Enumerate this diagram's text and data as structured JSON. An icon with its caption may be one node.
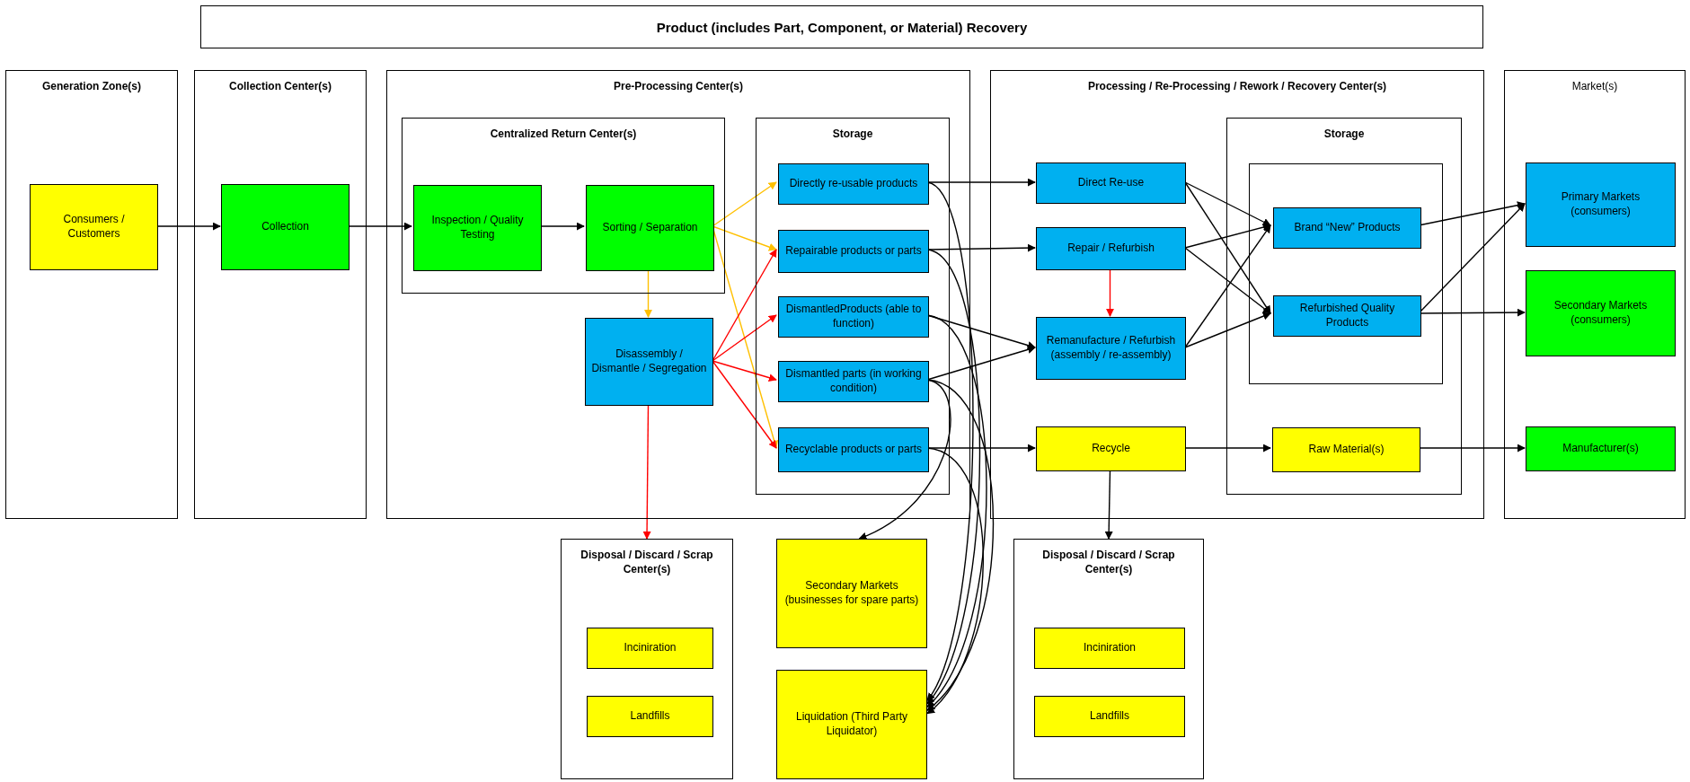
{
  "diagram": {
    "title": "Product (includes Part, Component, or Material) Recovery",
    "nodes": [
      {
        "text": [
          "Generation Zone(s)"
        ]
      },
      {
        "text": [
          "Consumers / Customers"
        ],
        "in": 0
      },
      {
        "text": [
          "Collection Center(s)"
        ]
      },
      {
        "text": [
          "Collection"
        ],
        "in": 2
      },
      {
        "text": [
          "Pre-Processing Center(s)"
        ]
      },
      {
        "text": [
          "Centralized Return Center(s)"
        ],
        "in": 4
      },
      {
        "text": [
          "Inspection / Quality Testing"
        ],
        "in": 5
      },
      {
        "text": [
          "Sorting / Separation"
        ],
        "in": 5
      },
      {
        "text": [
          "Disassembly / Dismantle / Segregation"
        ],
        "in": 4
      },
      {
        "text": [
          "Storage"
        ],
        "in": 4
      },
      {
        "text": [
          "Directly re-usable products"
        ],
        "in": 9
      },
      {
        "text": [
          "Repairable products or parts"
        ],
        "in": 9
      },
      {
        "text": [
          "DismantledProducts (able to function)"
        ],
        "in": 9
      },
      {
        "text": [
          "Dismantled parts (in working condition)"
        ],
        "in": 9
      },
      {
        "text": [
          "Recyclable products or parts"
        ],
        "in": 9
      },
      {
        "text": [
          "Processing / Re-Processing / Rework / Recovery Center(s)"
        ]
      },
      {
        "text": [
          "Direct Re-use"
        ],
        "in": 15
      },
      {
        "text": [
          "Repair / Refurbish"
        ],
        "in": 15
      },
      {
        "text": [
          "Remanufacture / Refurbish (assembly / re-assembly)"
        ],
        "in": 15
      },
      {
        "text": [
          "Recycle"
        ],
        "in": 15
      },
      {
        "text": [
          "Storage"
        ],
        "in": 15
      },
      {
        "text": [],
        "shape": "box",
        "in": 20
      },
      {
        "text": [
          "Brand “New” Products"
        ],
        "in": 21
      },
      {
        "text": [
          "Refurbished Quality Products"
        ],
        "in": 21
      },
      {
        "text": [
          "Raw Material(s)"
        ],
        "in": 20
      },
      {
        "text": [
          "Market(s)"
        ]
      },
      {
        "text": [
          "Primary Markets (consumers)"
        ],
        "in": 25
      },
      {
        "text": [
          "Secondary Markets (consumers)"
        ],
        "in": 25
      },
      {
        "text": [
          "Manufacturer(s)"
        ],
        "in": 25
      },
      {
        "text": [
          "Disposal / Discard / Scrap Center(s)"
        ]
      },
      {
        "text": [
          "Inciniration"
        ],
        "in": 29
      },
      {
        "text": [
          "Landfills"
        ],
        "in": 29
      },
      {
        "text": [
          "Secondary Markets (businesses for spare parts)"
        ]
      },
      {
        "text": [
          "Liquidation (Third Party Liquidator)"
        ]
      },
      {
        "text": [
          "Disposal / Discard / Scrap Center(s)"
        ]
      },
      {
        "text": [
          "Inciniration"
        ],
        "in": 34
      },
      {
        "text": [
          "Landfills"
        ],
        "in": 34
      }
    ],
    "edges": [
      {
        "from": 1,
        "to": 3,
        "arrow": "to"
      },
      {
        "from": 3,
        "to": 6,
        "arrow": "to"
      },
      {
        "from": 6,
        "to": 7,
        "arrow": "to"
      },
      {
        "from": 7,
        "to": 8,
        "arrow": "to",
        "color": "#ffc000"
      },
      {
        "from": 7,
        "to": 10,
        "arrow": "to",
        "color": "#ffc000"
      },
      {
        "from": 7,
        "to": 11,
        "arrow": "to",
        "color": "#ffc000"
      },
      {
        "from": 7,
        "to": 14,
        "arrow": "to",
        "color": "#ffc000"
      },
      {
        "from": 8,
        "to": 11,
        "arrow": "to",
        "color": "#ff0000"
      },
      {
        "from": 8,
        "to": 12,
        "arrow": "to",
        "color": "#ff0000"
      },
      {
        "from": 8,
        "to": 13,
        "arrow": "to",
        "color": "#ff0000"
      },
      {
        "from": 8,
        "to": 14,
        "arrow": "to",
        "color": "#ff0000"
      },
      {
        "from": 8,
        "to": 29,
        "arrow": "to",
        "color": "#ff0000"
      },
      {
        "from": 10,
        "to": 16,
        "arrow": "to"
      },
      {
        "from": 11,
        "to": 17,
        "arrow": "to"
      },
      {
        "from": 12,
        "to": 18,
        "arrow": "to"
      },
      {
        "from": 13,
        "to": 18,
        "arrow": "to"
      },
      {
        "from": 14,
        "to": 19,
        "arrow": "to"
      },
      {
        "from": 17,
        "to": 18,
        "arrow": "to",
        "color": "#ff0000"
      },
      {
        "from": 16,
        "to": 22,
        "arrow": "to"
      },
      {
        "from": 16,
        "to": 23,
        "arrow": "to"
      },
      {
        "from": 17,
        "to": 22,
        "arrow": "to"
      },
      {
        "from": 17,
        "to": 23,
        "arrow": "to"
      },
      {
        "from": 18,
        "to": 22,
        "arrow": "to"
      },
      {
        "from": 18,
        "to": 23,
        "arrow": "to"
      },
      {
        "from": 22,
        "to": 26,
        "arrow": "to"
      },
      {
        "from": 23,
        "to": 26,
        "arrow": "to"
      },
      {
        "from": 23,
        "to": 27,
        "arrow": "to"
      },
      {
        "from": 19,
        "to": 24,
        "arrow": "to"
      },
      {
        "from": 24,
        "to": 28,
        "arrow": "to"
      },
      {
        "from": 19,
        "to": 34,
        "arrow": "to"
      },
      {
        "from": 13,
        "to": 32,
        "arrow": "to"
      },
      {
        "from": 10,
        "to": 33,
        "arrow": "to"
      },
      {
        "from": 11,
        "to": 33,
        "arrow": "to"
      },
      {
        "from": 12,
        "to": 33,
        "arrow": "to"
      },
      {
        "from": 13,
        "to": 33,
        "arrow": "to"
      },
      {
        "from": 14,
        "to": 33,
        "arrow": "to"
      }
    ]
  }
}
